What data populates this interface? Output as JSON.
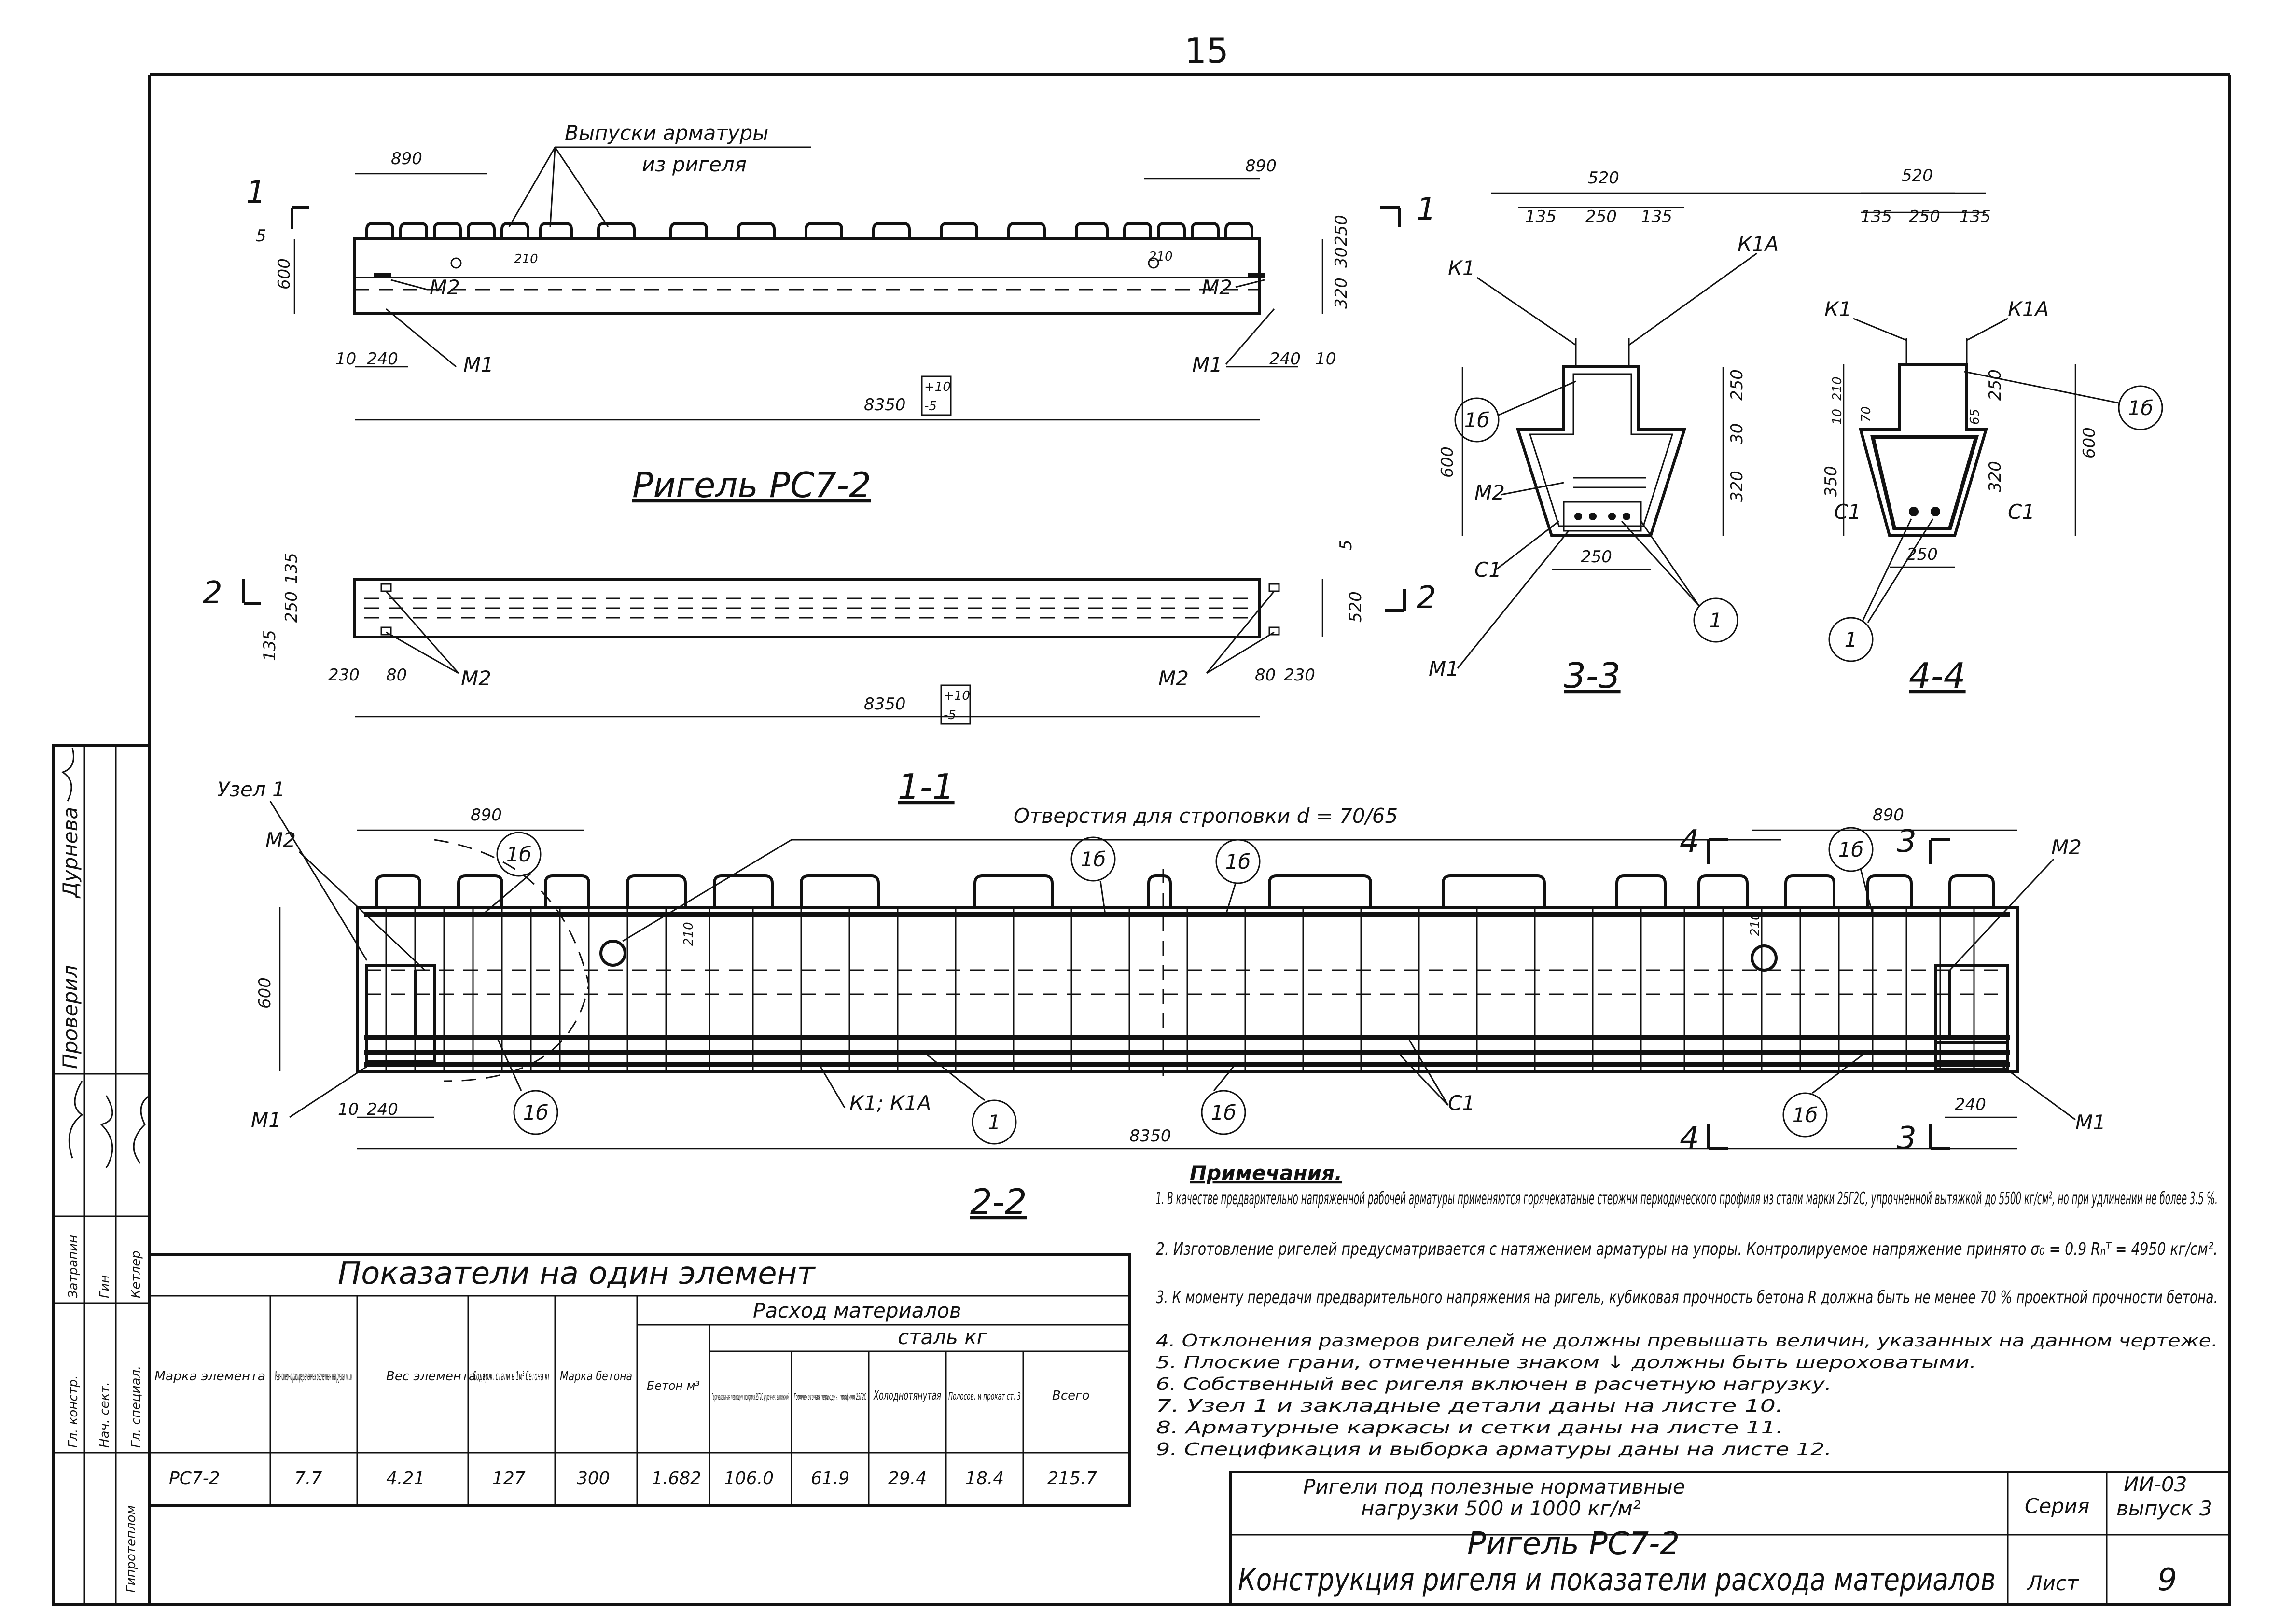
{
  "page_number": "15",
  "views": {
    "elevation_title": "Ригель РС7-2",
    "plan_title": "2-2",
    "section_long_title": "1-1",
    "section_33_title": "3-3",
    "section_44_title": "4-4",
    "rebar_note_line1": "Выпуски арматуры",
    "rebar_note_line2": "из ригеля",
    "lifting_holes": "Отверстия для строповки d = 70/65",
    "node": "Узел 1"
  },
  "labels": {
    "m1": "М1",
    "m2": "М2",
    "c1": "С1",
    "k1": "К1",
    "k1a": "К1А",
    "k1_k1a": "К1; К1А",
    "b16": "1б",
    "b1": "1",
    "cut1": "1",
    "cut2": "2",
    "cut3": "3",
    "cut4": "4"
  },
  "dims": {
    "d890": "890",
    "d600": "600",
    "d250": "250",
    "d320": "320",
    "d30": "30",
    "d10": "10",
    "d240": "240",
    "d8350": "8350",
    "d520": "520",
    "d135": "135",
    "d230": "230",
    "d80": "80",
    "d210": "210",
    "d350": "350",
    "d70": "70",
    "d65": "65",
    "d5": "5",
    "tol_plus": "+10",
    "tol_minus": "-5"
  },
  "indicators": {
    "title": "Показатели на один элемент",
    "materials_header": "Расход материалов",
    "steel_header": "сталь кг",
    "columns": [
      "Марка элемента",
      "Равномерно распределенная расчетная нагрузка т/п.м",
      "Вес элемента т",
      "Содерж. стали в 1м³ бетона кг",
      "Марка бетона",
      "Бетон м³",
      "Горячекатаная периодич. профиля 25Г2С упрочнен. вытяжкой",
      "Горячекатаная периодич. профиля 25Г2С",
      "Холоднотянутая",
      "Полосов. и прокат ст. 3",
      "Всего"
    ],
    "row": [
      "РС7-2",
      "7.7",
      "4.21",
      "127",
      "300",
      "1.682",
      "106.0",
      "61.9",
      "29.4",
      "18.4",
      "215.7"
    ]
  },
  "notes": {
    "title": "Примечания.",
    "items": [
      "1. В качестве предварительно напряженной рабочей арматуры применяются горячекатаные стержни периодического профиля из стали марки 25Г2С, упрочненной вытяжкой до 5500 кг/см², но при удлинении не более 3.5 %.",
      "2. Изготовление ригелей предусматривается с натяжением арматуры на упоры. Контролируемое напряжение принято σ₀ = 0.9 Rₙᵀ = 4950 кг/см².",
      "3. К моменту передачи предварительного напряжения на ригель, кубиковая прочность бетона R должна быть не менее 70 % проектной прочности бетона.",
      "4. Отклонения размеров ригелей не должны превышать величин, указанных на данном чертеже.",
      "5. Плоские грани, отмеченные знаком ↓ должны быть шероховатыми.",
      "6. Собственный вес ригеля включен в расчетную нагрузку.",
      "7. Узел 1 и закладные детали даны на листе 10.",
      "8. Арматурные каркасы и сетки даны на листе 11.",
      "9. Спецификация и выборка арматуры даны на листе 12."
    ]
  },
  "title_block": {
    "subject_line1": "Ригели под полезные нормативные",
    "subject_line2": "нагрузки 500 и 1000 кг/м²",
    "series_label": "Серия",
    "series_value": "ИИ-03",
    "issue": "выпуск 3",
    "drawing_title": "Ригель РС7-2",
    "drawing_subtitle": "Конструкция ригеля и показатели расхода материалов",
    "sheet_label": "Лист",
    "sheet_value": "9"
  },
  "stamp": {
    "org": "Гипротеплом",
    "roles": [
      "Гл. констр.",
      "Нач. сект.",
      "Гл. специал.",
      "Проверил",
      "Затрапин",
      "Гин",
      "Кетлер",
      "Дурнева"
    ]
  }
}
